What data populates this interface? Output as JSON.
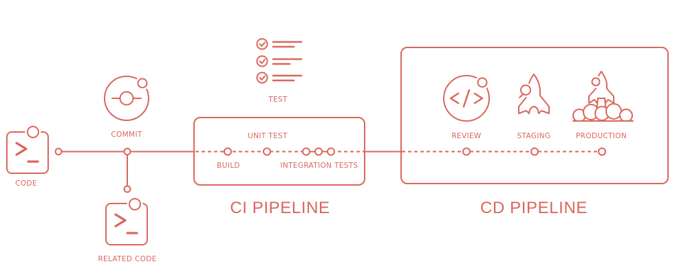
{
  "accent_color": "#d9675c",
  "diagram": {
    "source": {
      "code_label": "CODE",
      "commit_label": "COMMIT",
      "related_code_label": "RELATED CODE"
    },
    "ci": {
      "title": "CI PIPELINE",
      "test_label": "TEST",
      "unit_test_label": "UNIT TEST",
      "build_label": "BUILD",
      "integration_tests_label": "INTEGRATION TESTS"
    },
    "cd": {
      "title": "CD PIPELINE",
      "review_label": "REVIEW",
      "staging_label": "STAGING",
      "production_label": "PRODUCTION"
    }
  },
  "icons": {
    "code": "terminal-window-icon",
    "commit": "commit-orbit-icon",
    "related_code": "terminal-window-icon",
    "test": "checklist-icon",
    "review": "code-brackets-circle-icon",
    "staging": "rocket-icon",
    "production": "rocket-launch-cloud-icon"
  }
}
